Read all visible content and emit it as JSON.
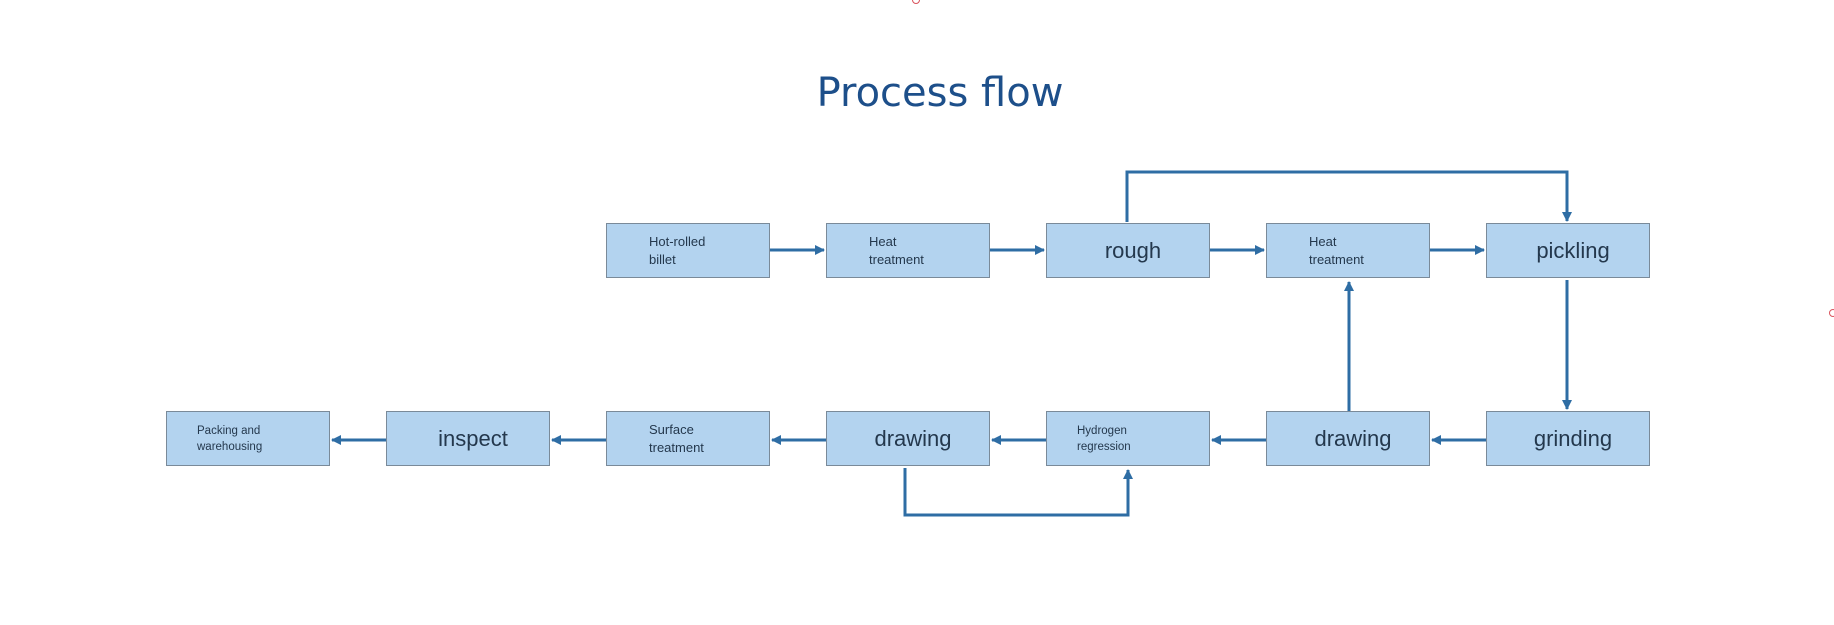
{
  "title": "Process flow",
  "nodes": {
    "hot_rolled_billet": "Hot-rolled\nbillet",
    "heat_treatment_1": "Heat\ntreatment",
    "rough": "rough",
    "heat_treatment_2": "Heat\ntreatment",
    "pickling": "pickling",
    "grinding": "grinding",
    "drawing_1": "drawing",
    "hydrogen_regression": "Hydrogen\nregression",
    "drawing_2": "drawing",
    "surface_treatment": "Surface\ntreatment",
    "inspect": "inspect",
    "packing_warehousing": "Packing and\nwarehousing"
  },
  "edges": [
    [
      "hot_rolled_billet",
      "heat_treatment_1"
    ],
    [
      "heat_treatment_1",
      "rough"
    ],
    [
      "rough",
      "heat_treatment_2"
    ],
    [
      "heat_treatment_2",
      "pickling"
    ],
    [
      "rough",
      "pickling"
    ],
    [
      "pickling",
      "grinding"
    ],
    [
      "grinding",
      "drawing_1"
    ],
    [
      "drawing_1",
      "heat_treatment_2"
    ],
    [
      "drawing_1",
      "hydrogen_regression"
    ],
    [
      "hydrogen_regression",
      "drawing_2"
    ],
    [
      "drawing_2",
      "hydrogen_regression"
    ],
    [
      "drawing_2",
      "surface_treatment"
    ],
    [
      "surface_treatment",
      "inspect"
    ],
    [
      "inspect",
      "packing_warehousing"
    ]
  ],
  "colors": {
    "node_fill": "#b3d3ef",
    "arrow": "#2e6da4",
    "title": "#1d4f8a"
  }
}
